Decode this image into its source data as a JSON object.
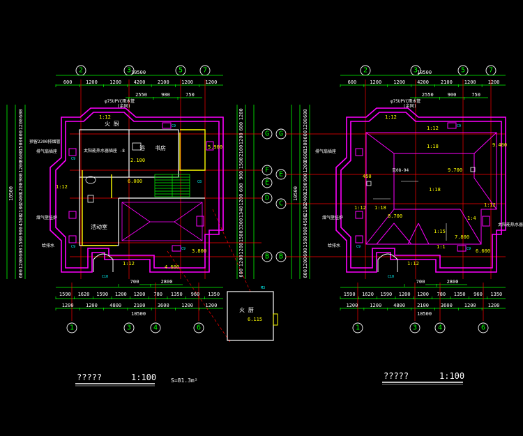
{
  "colors": {
    "background": "#000000",
    "wall": "#ff00ff",
    "grid": "#ff0000",
    "dimension": "#00ff00",
    "text": "#ffffff",
    "annotation": "#ffff00",
    "stair": "#00ff00",
    "roof": "#ff00ff",
    "tag": "#00ffff"
  },
  "left_plan": {
    "top_axes": [
      "2",
      "3",
      "5",
      "7"
    ],
    "bottom_axes": [
      "1",
      "3",
      "4",
      "6"
    ],
    "right_axes": [
      "G",
      "F",
      "E",
      "D",
      "B"
    ],
    "top_overall": "10500",
    "top_dims_row1": [
      "600",
      "1200",
      "1200",
      "4200",
      "2100",
      "1200",
      "1200"
    ],
    "top_dims_row2": [
      "2550",
      "900",
      "750"
    ],
    "bottom_dims_row1": [
      "700",
      "2800"
    ],
    "bottom_dims_row2": [
      "1590",
      "1620",
      "1590",
      "1200",
      "1200",
      "780",
      "1350",
      "960",
      "1350"
    ],
    "bottom_dims_row3": [
      "1200",
      "1200",
      "4800",
      "2100",
      "3600",
      "1200",
      "1200"
    ],
    "bottom_overall": "10500",
    "left_overall": "10500",
    "left_dims": [
      "600",
      "1200",
      "600",
      "1500",
      "3600",
      "1200",
      "900",
      "1200",
      "2400",
      "2100",
      "4500",
      "900",
      "1500",
      "600",
      "1200",
      "600"
    ],
    "right_dims": [
      "1200",
      "600",
      "1200",
      "2100",
      "1500",
      "900",
      "600",
      "1200",
      "1340",
      "3300",
      "1500",
      "1200",
      "1200",
      "600"
    ],
    "rooms": {
      "kitchen": "火 厨",
      "bath": "浴",
      "study": "书房",
      "activity": "活动室"
    },
    "notes": {
      "pipe": "φ75UPVC雨水管",
      "pipe_sub": "(余同)",
      "vent": "预留2200排烟管",
      "vent_sub": "排气扇插座",
      "gas": "煤气壁挂炉",
      "pipe2": "给排水",
      "heater": "太阳能热水器插座 -8"
    },
    "levels": [
      "6.000",
      "5.900",
      "3.800",
      "4.600",
      "2.100",
      "1:12",
      "1:12",
      "1:12"
    ],
    "tags": [
      "C9",
      "C9",
      "C8",
      "C9",
      "C10",
      "C9",
      "M3"
    ],
    "scale_title": "?????",
    "scale_ratio": "1:100",
    "area": "S=81.3m²",
    "detail_room": "火 厨",
    "detail_level": "6.115"
  },
  "right_plan": {
    "top_axes": [
      "2",
      "3",
      "5",
      "7"
    ],
    "bottom_axes": [
      "1",
      "3",
      "4",
      "6"
    ],
    "left_axes": [
      "G",
      "E",
      "C",
      "B"
    ],
    "top_overall": "10500",
    "top_dims_row1": [
      "600",
      "1200",
      "1200",
      "4200",
      "2100",
      "1200",
      "1200"
    ],
    "top_dims_row2": [
      "2550",
      "900",
      "750"
    ],
    "bottom_dims_row1": [
      "700",
      "2800"
    ],
    "bottom_dims_row2": [
      "1590",
      "1620",
      "1590",
      "1200",
      "1200",
      "780",
      "1350",
      "960",
      "1350"
    ],
    "bottom_dims_row3": [
      "1200",
      "1200",
      "4800",
      "2100",
      "3600",
      "1200",
      "1200"
    ],
    "bottom_overall": "10500",
    "left_overall": "10500",
    "left_dims": [
      "600",
      "1200",
      "600",
      "1500",
      "3600",
      "1200",
      "900",
      "1200",
      "2400",
      "2100",
      "4500",
      "900",
      "1500",
      "600",
      "1200",
      "600"
    ],
    "slopes": [
      "1:12",
      "1:18",
      "1:18",
      "1:18",
      "1:12",
      "1:12",
      "1:15",
      "1:1",
      "1:12",
      "1:4",
      "1:12"
    ],
    "notes": {
      "pipe": "φ75UPVC雨水管",
      "pipe_sub": "(余同)",
      "vent": "排气扇插座",
      "gas": "煤气壁挂炉",
      "pipe2": "给排水",
      "solar": "太阳能热水器",
      "ref": "见08-94"
    },
    "levels": [
      "9.700",
      "9.400",
      "8.700",
      "7.800",
      "6.600",
      "450"
    ],
    "tags": [
      "C9",
      "C9",
      "C10",
      "C9"
    ],
    "scale_title": "?????",
    "scale_ratio": "1:100"
  }
}
